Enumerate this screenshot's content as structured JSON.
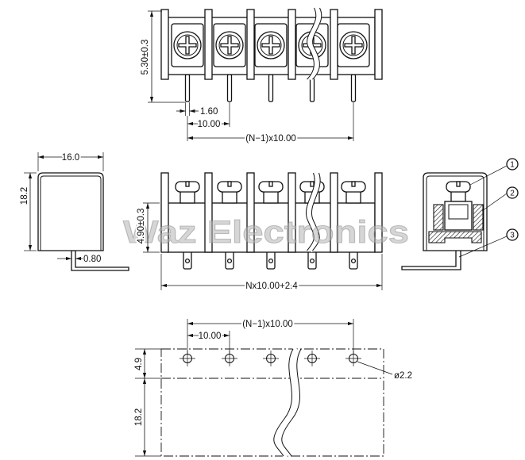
{
  "colors": {
    "ink": "#111111",
    "watermark": "#b4b4b4"
  },
  "watermark": "Waz Electronics",
  "top_view": {
    "pin_height_dim": "5.30±0.3",
    "pin_width_dim": "1.60",
    "pitch_dim": "10.00",
    "span_dim": "(N−1)x10.00"
  },
  "side_view": {
    "width_dim": "16.0",
    "height_dim": "18.2",
    "pin_thickness_dim": "0.80"
  },
  "front_view": {
    "height_dim": "4.90±0.3",
    "length_dim": "Nx10.00+2.4"
  },
  "section_view": {
    "callouts": [
      "1",
      "2",
      "3"
    ]
  },
  "footprint": {
    "span_dim": "(N−1)x10.00",
    "pitch_dim": "10.00",
    "edge_dim": "4.9",
    "depth_dim": "18.2",
    "hole_dim": "ø2.2"
  }
}
